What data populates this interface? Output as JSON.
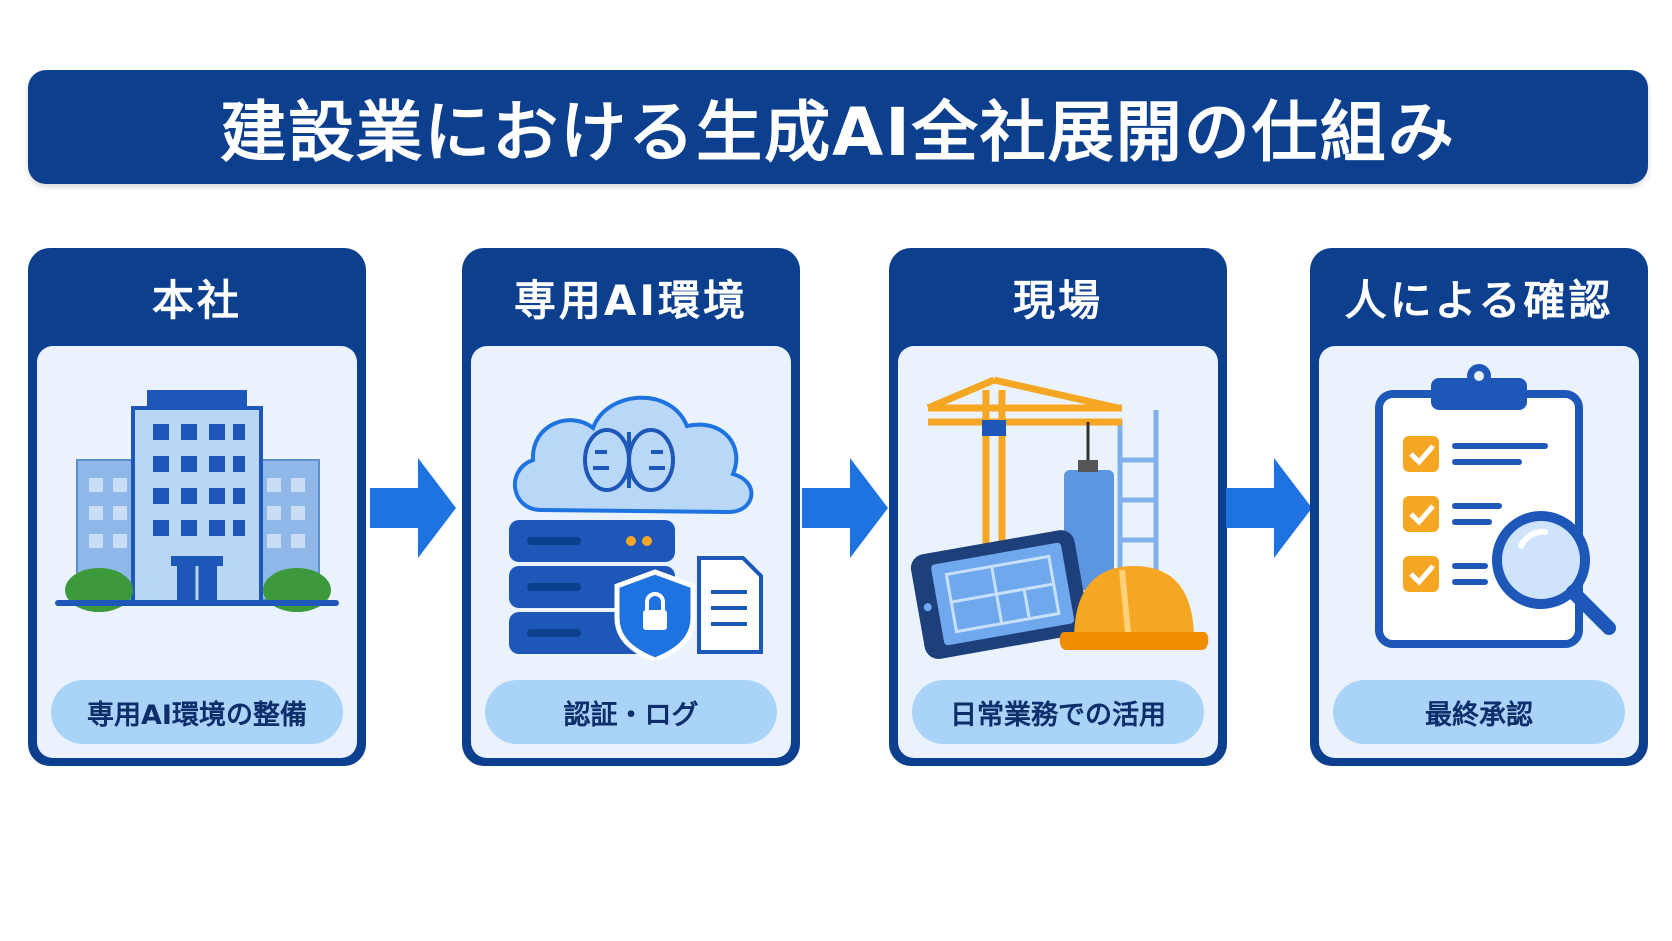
{
  "title": "建設業における生成AI全社展開の仕組み",
  "steps": [
    {
      "title": "本社",
      "icon": "office-building-icon",
      "label": "専用AI環境の整備"
    },
    {
      "title": "専用AI環境",
      "icon": "cloud-ai-server-icon",
      "label": "認証・ログ"
    },
    {
      "title": "現場",
      "icon": "construction-site-icon",
      "label": "日常業務での活用"
    },
    {
      "title": "人による確認",
      "icon": "clipboard-checklist-icon",
      "label": "最終承認"
    }
  ],
  "colors": {
    "primary": "#0d3f8f",
    "panel": "#eaf3fd",
    "pill": "#a9d3f7",
    "arrow": "#1f73e0",
    "accent_orange": "#f5a623",
    "accent_green": "#3c9a3c"
  }
}
